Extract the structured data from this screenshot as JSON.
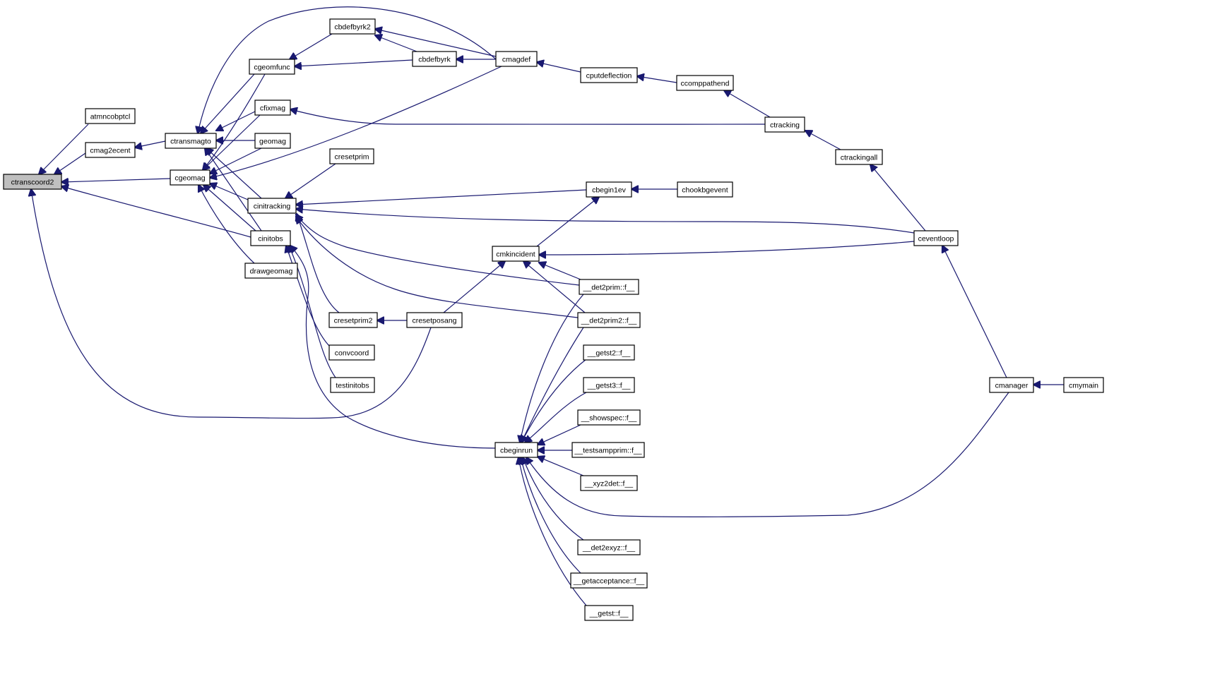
{
  "graph": {
    "edge_color": "#191970",
    "root_fill": "#bfbfbf",
    "nodes": [
      {
        "id": "ctranscoord2",
        "label": "ctranscoord2",
        "root": true
      },
      {
        "id": "atmncobptcl",
        "label": "atmncobptcl"
      },
      {
        "id": "cmag2ecent",
        "label": "cmag2ecent"
      },
      {
        "id": "ctransmagto",
        "label": "ctransmagto"
      },
      {
        "id": "cgeomag",
        "label": "cgeomag"
      },
      {
        "id": "cgeomfunc",
        "label": "cgeomfunc"
      },
      {
        "id": "cfixmag",
        "label": "cfixmag"
      },
      {
        "id": "geomag",
        "label": "geomag"
      },
      {
        "id": "cbdefbyrk2",
        "label": "cbdefbyrk2"
      },
      {
        "id": "cbdefbyrk",
        "label": "cbdefbyrk"
      },
      {
        "id": "cmagdef",
        "label": "cmagdef"
      },
      {
        "id": "cputdeflection",
        "label": "cputdeflection"
      },
      {
        "id": "ccomppathend",
        "label": "ccomppathend"
      },
      {
        "id": "ctracking",
        "label": "ctracking"
      },
      {
        "id": "ctrackingall",
        "label": "ctrackingall"
      },
      {
        "id": "cresetprim",
        "label": "cresetprim"
      },
      {
        "id": "cinitracking",
        "label": "cinitracking"
      },
      {
        "id": "cbegin1ev",
        "label": "cbegin1ev"
      },
      {
        "id": "chookbgevent",
        "label": "chookbgevent"
      },
      {
        "id": "ceventloop",
        "label": "ceventloop"
      },
      {
        "id": "cinitobs",
        "label": "cinitobs"
      },
      {
        "id": "drawgeomag",
        "label": "drawgeomag"
      },
      {
        "id": "cmkincident",
        "label": "cmkincident"
      },
      {
        "id": "det2prim",
        "label": "__det2prim::f__"
      },
      {
        "id": "det2prim2",
        "label": "__det2prim2::f__"
      },
      {
        "id": "cresetprim2",
        "label": "cresetprim2"
      },
      {
        "id": "cresetposang",
        "label": "cresetposang"
      },
      {
        "id": "convcoord",
        "label": "convcoord"
      },
      {
        "id": "getst2",
        "label": "__getst2::f__"
      },
      {
        "id": "getst3",
        "label": "__getst3::f__"
      },
      {
        "id": "testinitobs",
        "label": "testinitobs"
      },
      {
        "id": "showspec",
        "label": "__showspec::f__"
      },
      {
        "id": "cmanager",
        "label": "cmanager"
      },
      {
        "id": "cmymain",
        "label": "cmymain"
      },
      {
        "id": "cbeginrun",
        "label": "cbeginrun"
      },
      {
        "id": "testsampprim",
        "label": "__testsampprim::f__"
      },
      {
        "id": "xyz2det",
        "label": "__xyz2det::f__"
      },
      {
        "id": "det2exyz",
        "label": "__det2exyz::f__"
      },
      {
        "id": "getacceptance",
        "label": "__getacceptance::f__"
      },
      {
        "id": "getst",
        "label": "__getst::f__"
      }
    ],
    "edges": [
      {
        "from": "atmncobptcl",
        "to": "ctranscoord2"
      },
      {
        "from": "cmag2ecent",
        "to": "ctranscoord2"
      },
      {
        "from": "cgeomag",
        "to": "ctranscoord2"
      },
      {
        "from": "cinitobs",
        "to": "ctranscoord2"
      },
      {
        "from": "cresetposang",
        "to": "ctranscoord2"
      },
      {
        "from": "ctransmagto",
        "to": "cmag2ecent"
      },
      {
        "from": "cgeomfunc",
        "to": "ctransmagto"
      },
      {
        "from": "cfixmag",
        "to": "ctransmagto"
      },
      {
        "from": "geomag",
        "to": "ctransmagto"
      },
      {
        "from": "cmagdef",
        "to": "ctransmagto"
      },
      {
        "from": "cinitracking",
        "to": "ctransmagto"
      },
      {
        "from": "cinitobs",
        "to": "ctransmagto"
      },
      {
        "from": "cgeomfunc",
        "to": "cgeomag"
      },
      {
        "from": "cfixmag",
        "to": "cgeomag"
      },
      {
        "from": "geomag",
        "to": "cgeomag"
      },
      {
        "from": "cmagdef",
        "to": "cgeomag"
      },
      {
        "from": "cinitracking",
        "to": "cgeomag"
      },
      {
        "from": "cinitobs",
        "to": "cgeomag"
      },
      {
        "from": "drawgeomag",
        "to": "cgeomag"
      },
      {
        "from": "cbdefbyrk2",
        "to": "cgeomfunc"
      },
      {
        "from": "cbdefbyrk",
        "to": "cgeomfunc"
      },
      {
        "from": "cbdefbyrk",
        "to": "cbdefbyrk2"
      },
      {
        "from": "cmagdef",
        "to": "cbdefbyrk2"
      },
      {
        "from": "cmagdef",
        "to": "cbdefbyrk"
      },
      {
        "from": "cputdeflection",
        "to": "cmagdef"
      },
      {
        "from": "ccomppathend",
        "to": "cputdeflection"
      },
      {
        "from": "ctracking",
        "to": "ccomppathend"
      },
      {
        "from": "ctracking",
        "to": "cfixmag"
      },
      {
        "from": "ctrackingall",
        "to": "ctracking"
      },
      {
        "from": "ceventloop",
        "to": "ctrackingall"
      },
      {
        "from": "cresetprim",
        "to": "cinitracking"
      },
      {
        "from": "cbegin1ev",
        "to": "cinitracking"
      },
      {
        "from": "ceventloop",
        "to": "cinitracking"
      },
      {
        "from": "det2prim",
        "to": "cinitracking"
      },
      {
        "from": "det2prim2",
        "to": "cinitracking"
      },
      {
        "from": "cresetprim2",
        "to": "cinitracking"
      },
      {
        "from": "chookbgevent",
        "to": "cbegin1ev"
      },
      {
        "from": "cmkincident",
        "to": "cbegin1ev"
      },
      {
        "from": "ceventloop",
        "to": "cmkincident"
      },
      {
        "from": "det2prim",
        "to": "cmkincident"
      },
      {
        "from": "det2prim2",
        "to": "cmkincident"
      },
      {
        "from": "cresetposang",
        "to": "cmkincident"
      },
      {
        "from": "cmanager",
        "to": "ceventloop"
      },
      {
        "from": "cmymain",
        "to": "cmanager"
      },
      {
        "from": "cresetposang",
        "to": "cresetprim2"
      },
      {
        "from": "cbeginrun",
        "to": "cinitobs"
      },
      {
        "from": "convcoord",
        "to": "cinitobs"
      },
      {
        "from": "testinitobs",
        "to": "cinitobs"
      },
      {
        "from": "det2prim",
        "to": "cbeginrun"
      },
      {
        "from": "det2prim2",
        "to": "cbeginrun"
      },
      {
        "from": "getst2",
        "to": "cbeginrun"
      },
      {
        "from": "getst3",
        "to": "cbeginrun"
      },
      {
        "from": "showspec",
        "to": "cbeginrun"
      },
      {
        "from": "testsampprim",
        "to": "cbeginrun"
      },
      {
        "from": "xyz2det",
        "to": "cbeginrun"
      },
      {
        "from": "cmanager",
        "to": "cbeginrun"
      },
      {
        "from": "det2exyz",
        "to": "cbeginrun"
      },
      {
        "from": "getacceptance",
        "to": "cbeginrun"
      },
      {
        "from": "getst",
        "to": "cbeginrun"
      }
    ]
  }
}
